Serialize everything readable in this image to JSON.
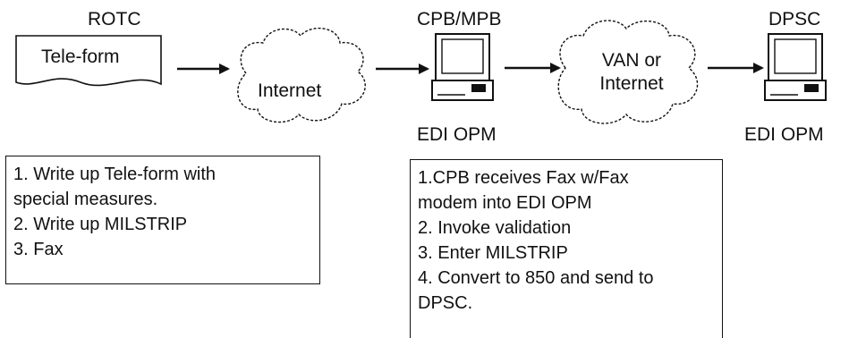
{
  "nodes": {
    "rotc": {
      "title": "ROTC",
      "document_label": "Tele-form"
    },
    "internet_cloud": {
      "label": "Internet"
    },
    "cpb": {
      "title": "CPB/MPB",
      "caption": "EDI OPM"
    },
    "van_cloud": {
      "line1": "VAN or",
      "line2": "Internet"
    },
    "dpsc": {
      "title": "DPSC",
      "caption": "EDI OPM"
    }
  },
  "notes": {
    "left": [
      "1. Write up Tele-form with",
      "special measures.",
      "2. Write up MILSTRIP",
      "3. Fax"
    ],
    "right": [
      "1.CPB receives Fax w/Fax",
      "modem into EDI OPM",
      "2. Invoke validation",
      "3. Enter MILSTRIP",
      "4. Convert to 850 and send to",
      "DPSC."
    ]
  }
}
